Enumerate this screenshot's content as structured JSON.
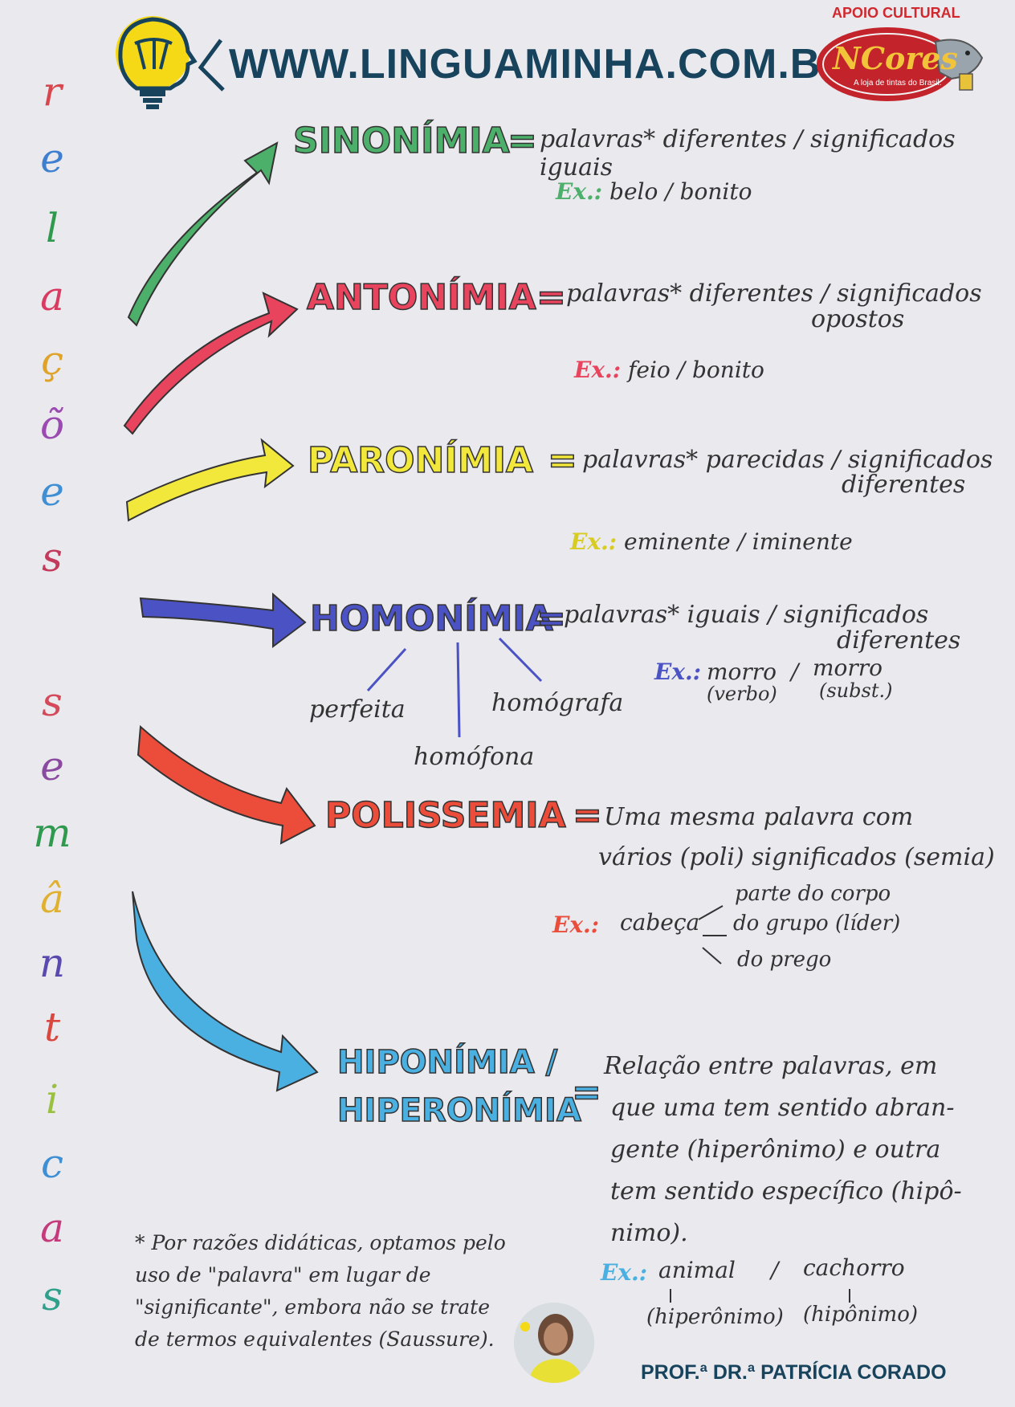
{
  "header": {
    "site_url": "WWW.LINGUAMINHA.COM.BR",
    "support_label": "APOIO CULTURAL",
    "sponsor_logo_text": "NCores",
    "sponsor_tagline": "A loja de tintas do Brasil."
  },
  "vertical_title": {
    "letters": [
      {
        "char": "r",
        "color": "#d9474e"
      },
      {
        "char": "e",
        "color": "#3e7fd0"
      },
      {
        "char": "l",
        "color": "#2f9a4e"
      },
      {
        "char": "a",
        "color": "#d93a62"
      },
      {
        "char": "ç",
        "color": "#e0a32a"
      },
      {
        "char": "õ",
        "color": "#9a4ab0"
      },
      {
        "char": "e",
        "color": "#3e8fd4"
      },
      {
        "char": "s",
        "color": "#c43a5a"
      },
      {
        "char": "s",
        "color": "#d54a5a"
      },
      {
        "char": "e",
        "color": "#8a4aa0"
      },
      {
        "char": "m",
        "color": "#2f9a4e"
      },
      {
        "char": "â",
        "color": "#e0b030"
      },
      {
        "char": "n",
        "color": "#5a4ab0"
      },
      {
        "char": "t",
        "color": "#d9473e"
      },
      {
        "char": "i",
        "color": "#9ac040"
      },
      {
        "char": "c",
        "color": "#3e8fd4"
      },
      {
        "char": "a",
        "color": "#c43a7a"
      },
      {
        "char": "s",
        "color": "#2fa08a"
      }
    ]
  },
  "sections": {
    "sinonimia": {
      "term": "SINONÍMIA",
      "color": "#4caf6a",
      "eq": "=",
      "definition": "palavras* diferentes / significados iguais",
      "ex_label": "Ex.:",
      "example": "belo / bonito"
    },
    "antonimia": {
      "term": "ANTONÍMIA",
      "color": "#e8445e",
      "eq": "=",
      "definition_1": "palavras* diferentes / significados",
      "definition_2": "opostos",
      "ex_label": "Ex.:",
      "example": "feio / bonito"
    },
    "paronimia": {
      "term": "PARONÍMIA",
      "color": "#f2e83c",
      "eq": "=",
      "definition_1": "palavras* parecidas / significados",
      "definition_2": "diferentes",
      "ex_label": "Ex.:",
      "example": "eminente / iminente"
    },
    "homonimia": {
      "term": "HOMONÍMIA",
      "color": "#4b52c4",
      "eq": "=",
      "definition_1": "palavras* iguais / significados",
      "definition_2": "diferentes",
      "branches": [
        "perfeita",
        "homófona",
        "homógrafa"
      ],
      "ex_label": "Ex.:",
      "ex_word_1": "morro",
      "ex_note_1": "(verbo)",
      "ex_sep": "/",
      "ex_word_2": "morro",
      "ex_note_2": "(subst.)"
    },
    "polissemia": {
      "term": "POLISSEMIA",
      "color": "#ec4c3a",
      "eq": "=",
      "definition_1": "Uma mesma palavra com",
      "definition_2": "vários (poli) significados (semia)",
      "ex_label": "Ex.:",
      "ex_word": "cabeça",
      "ex_meanings": [
        "parte do corpo",
        "do grupo (líder)",
        "do prego"
      ]
    },
    "hiponimia": {
      "term_1": "HIPONÍMIA /",
      "term_2": "HIPERONÍMIA",
      "color": "#4ab0e2",
      "eq": "=",
      "definition": [
        "Relação entre palavras, em",
        "que uma tem sentido abran-",
        "gente (hiperônimo) e outra",
        "tem sentido específico (hipô-",
        "nimo)."
      ],
      "ex_label": "Ex.:",
      "ex_word_1": "animal",
      "ex_note_1": "(hiperônimo)",
      "ex_sep": "/",
      "ex_word_2": "cachorro",
      "ex_note_2": "(hipônimo)"
    }
  },
  "footnote": [
    "* Por razões didáticas, optamos pelo",
    "uso de \"palavra\" em lugar de",
    "\"significante\", embora não se trate",
    "de termos equivalentes (Saussure)."
  ],
  "author": "PROF.ª DR.ª PATRÍCIA CORADO"
}
